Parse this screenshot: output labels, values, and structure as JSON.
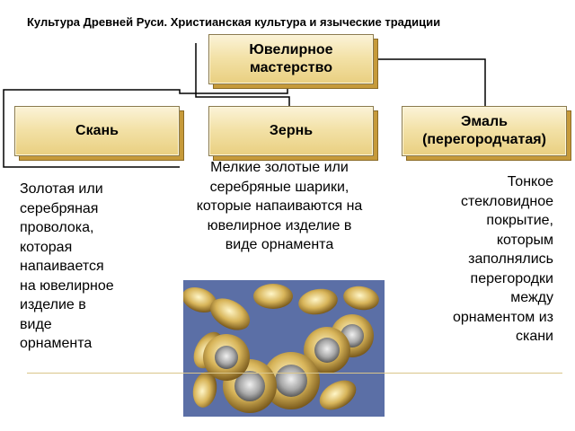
{
  "title": "Культура Древней Руси. Христианская культура и языческие традиции",
  "top_box": {
    "lines": [
      "Ювелирное",
      "мастерство"
    ]
  },
  "boxes": {
    "skan": {
      "label": "Скань"
    },
    "zern": {
      "label": "Зернь"
    },
    "emal": {
      "lines": [
        "Эмаль",
        "(перегородчатая)"
      ]
    }
  },
  "descriptions": {
    "skan": [
      "Золотая или",
      "серебряная",
      "проволока,",
      "которая",
      "напаивается",
      "на ювелирное",
      "изделие в",
      "виде",
      "орнамента"
    ],
    "zern": [
      "Мелкие золотые или",
      "серебряные шарики,",
      "которые напаиваются на",
      "ювелирное изделие в",
      "виде орнамента"
    ],
    "emal": [
      "Тонкое",
      "стекловидное",
      "покрытие,",
      "которым",
      "заполнялись",
      "перегородки",
      "между",
      "орнаментом из",
      "скани"
    ]
  },
  "colors": {
    "box_gold": "#f3e2a8",
    "line": "#000000",
    "photo_bg": "#5b6fa6"
  }
}
